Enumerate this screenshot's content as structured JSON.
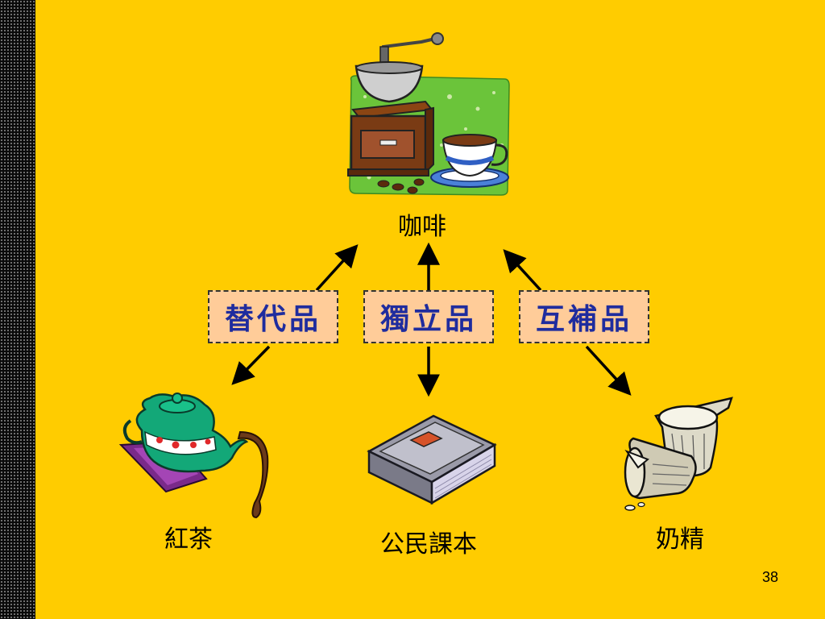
{
  "center": {
    "label": "咖啡",
    "icon": "coffee-grinder-and-cup-icon"
  },
  "relations": [
    {
      "label": "替代品",
      "color": "#1F2C9E"
    },
    {
      "label": "獨立品",
      "color": "#1F2C9E"
    },
    {
      "label": "互補品",
      "color": "#1F2C9E"
    }
  ],
  "items": [
    {
      "label": "紅茶",
      "icon": "teapot-icon"
    },
    {
      "label": "公民課本",
      "icon": "book-icon"
    },
    {
      "label": "奶精",
      "icon": "creamer-cups-icon"
    }
  ],
  "page_number": "38",
  "colors": {
    "background": "#FFCC00",
    "box_fill": "#FFCC99",
    "box_text": "#1F2C9E",
    "arrow": "#000000"
  }
}
